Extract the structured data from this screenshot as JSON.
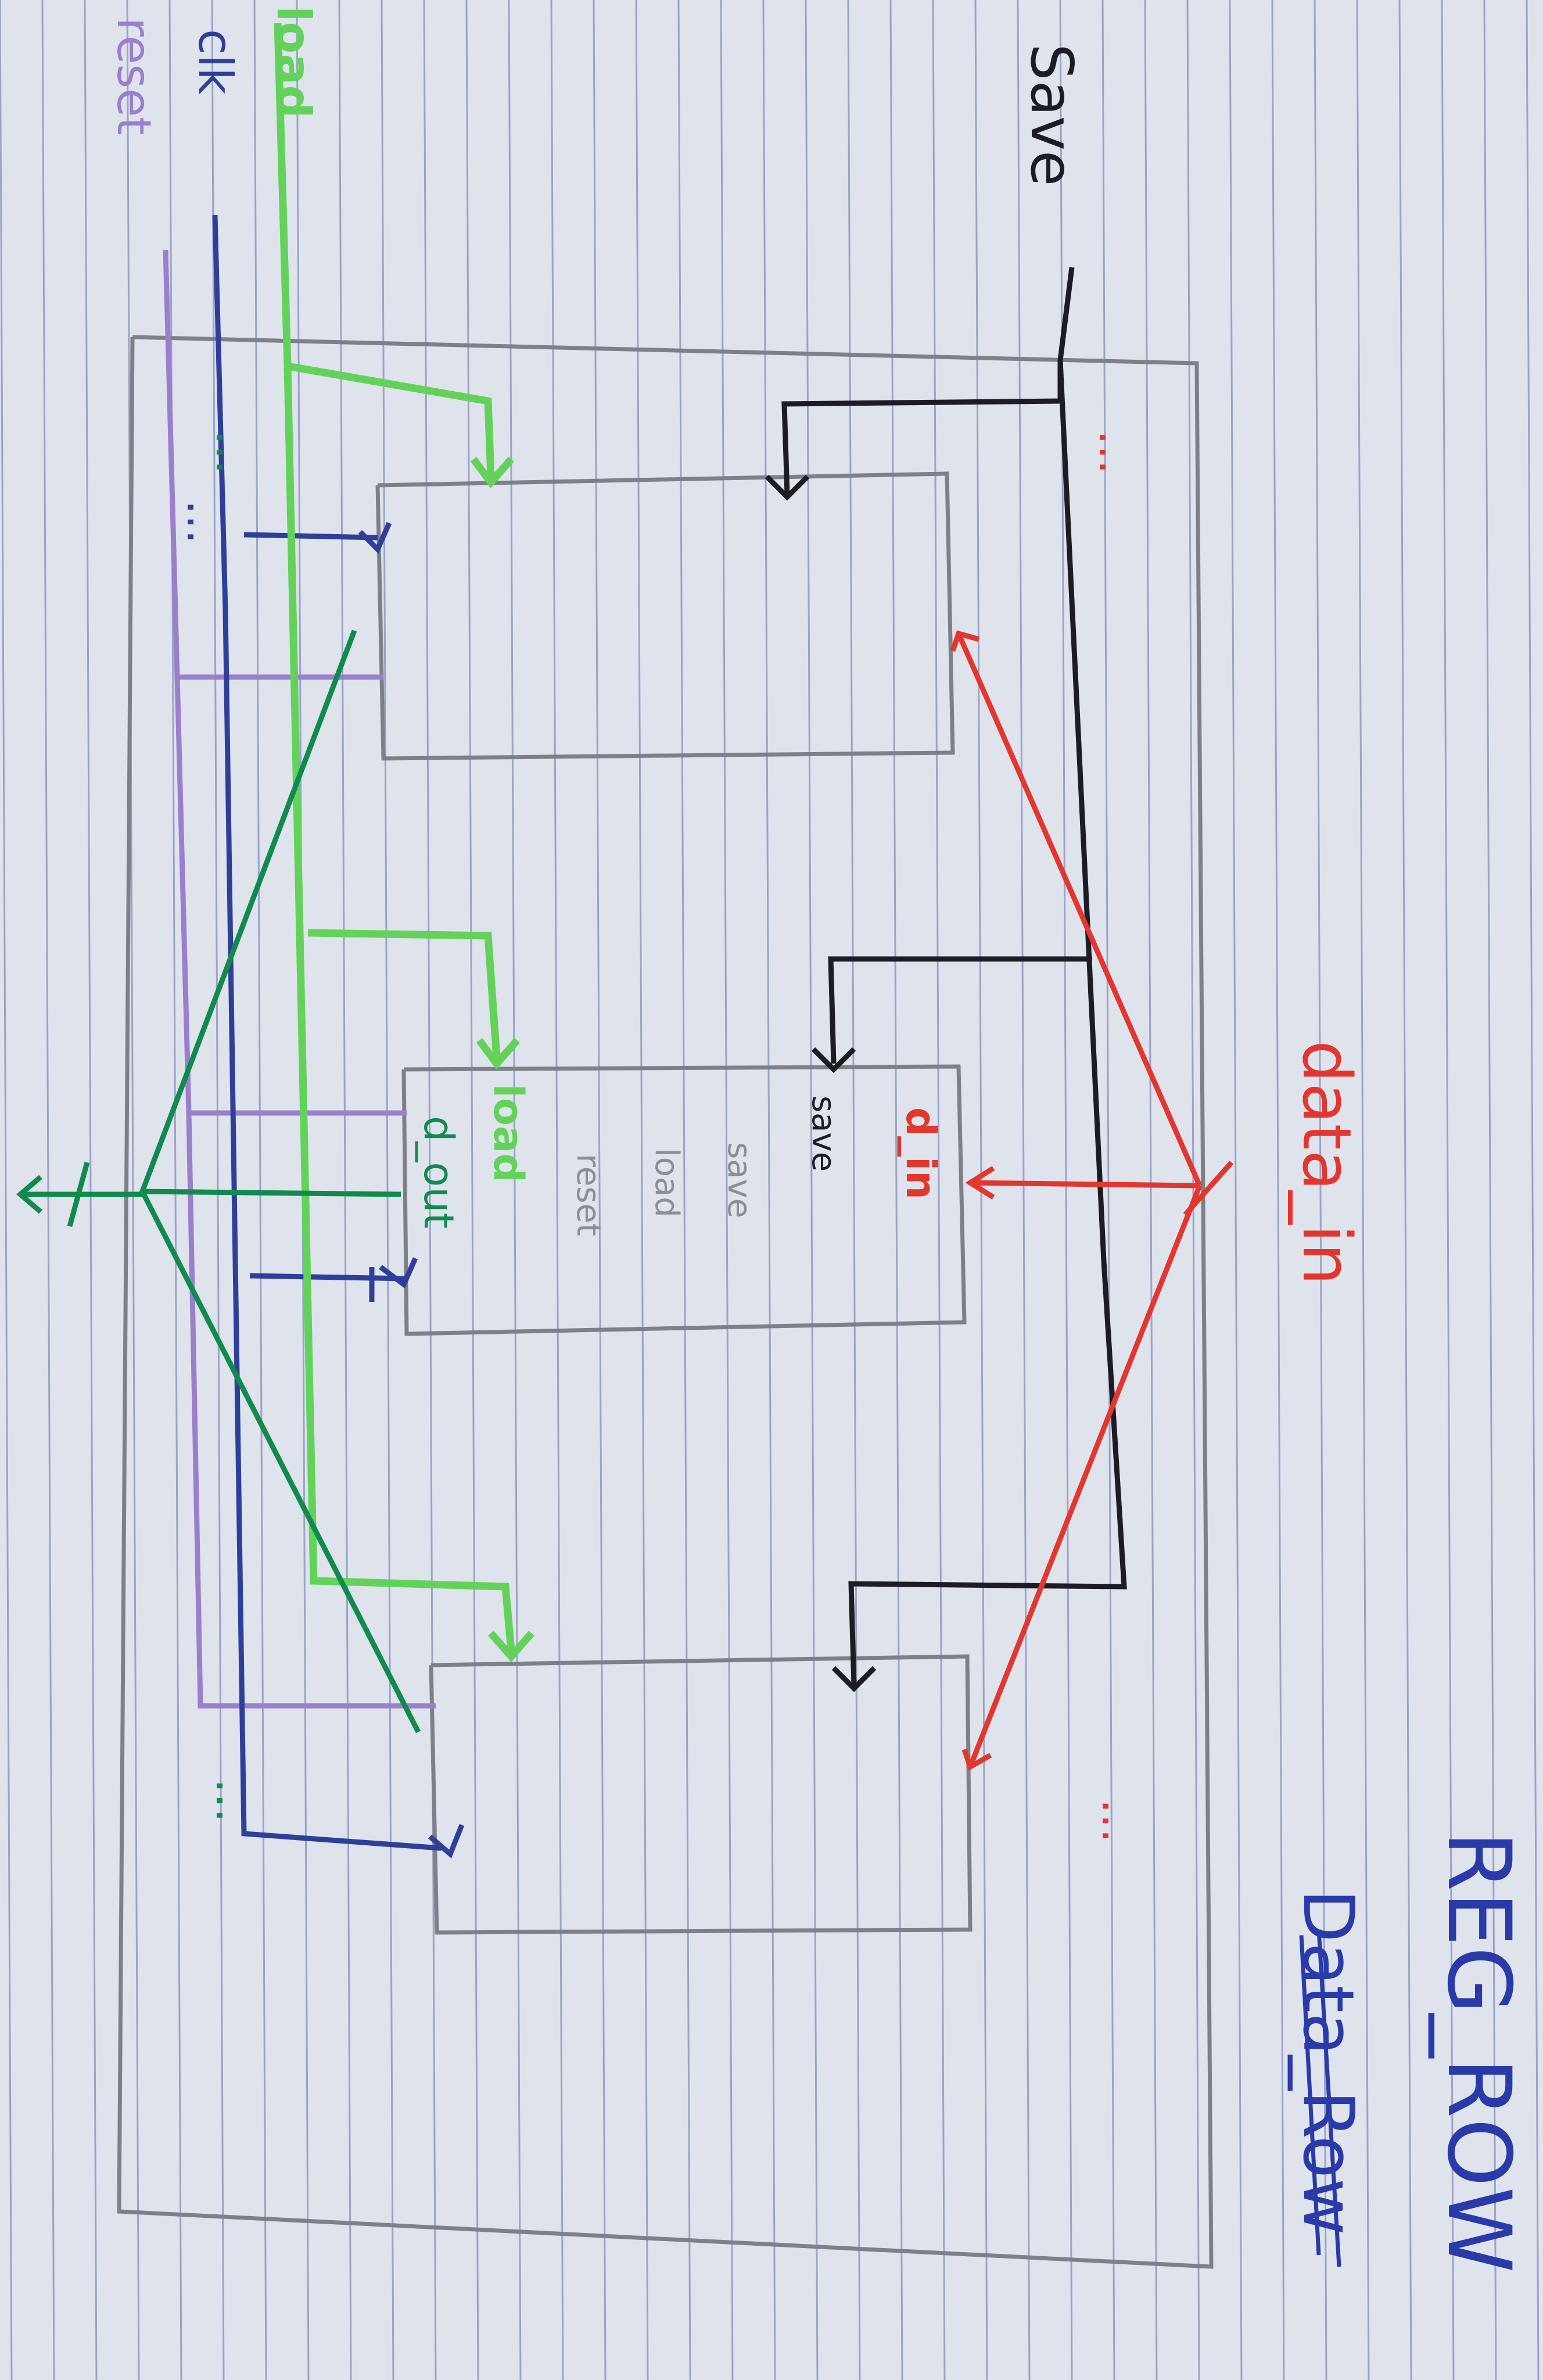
{
  "sheet": {
    "title": "REG_ROW",
    "struck_text": "Data_Row"
  },
  "signals": {
    "save": "Save",
    "data_in": "data_in",
    "load": "load",
    "clk": "clk",
    "reset": "reset"
  },
  "register_cell": {
    "din": "d_in",
    "save": "save",
    "load_faint": "load",
    "reset_faint": "reset",
    "save_faint": "save",
    "load_green": "load",
    "dout": "d_out"
  },
  "ellipsis": "...",
  "colors": {
    "paper": "#dfe3ec",
    "rule_line": "#9aa3c8",
    "margin": "#c6a3b8",
    "black_wire": "#1b1d22",
    "red_wire": "#e2362f",
    "green_wire": "#63d25a",
    "dark_green_wire": "#118a4e",
    "blue_wire": "#2e3f9a",
    "purple_wire": "#9a7fcc",
    "pencil_box": "#7e8088",
    "title_ink": "#2a3aa8"
  }
}
